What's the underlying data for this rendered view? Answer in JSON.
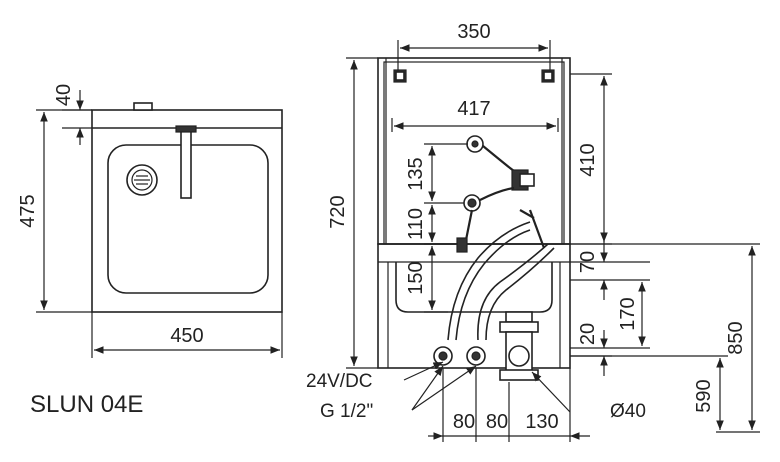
{
  "product": {
    "model": "SLUN 04E"
  },
  "front_view": {
    "dim_top_edge": "40",
    "dim_height": "475",
    "dim_width": "450"
  },
  "side_view": {
    "dim_bracket_width": "350",
    "dim_basin_width": "417",
    "dim_total_height": "720",
    "dim_upper_height": "410",
    "dim_135": "135",
    "dim_110": "110",
    "dim_150": "150",
    "dim_70": "70",
    "dim_170": "170",
    "dim_20": "20",
    "dim_850": "850",
    "dim_590": "590",
    "dim_80a": "80",
    "dim_80b": "80",
    "dim_130": "130"
  },
  "labels": {
    "power": "24V/DC",
    "thread": "G 1/2\"",
    "drain": "Ø40"
  }
}
